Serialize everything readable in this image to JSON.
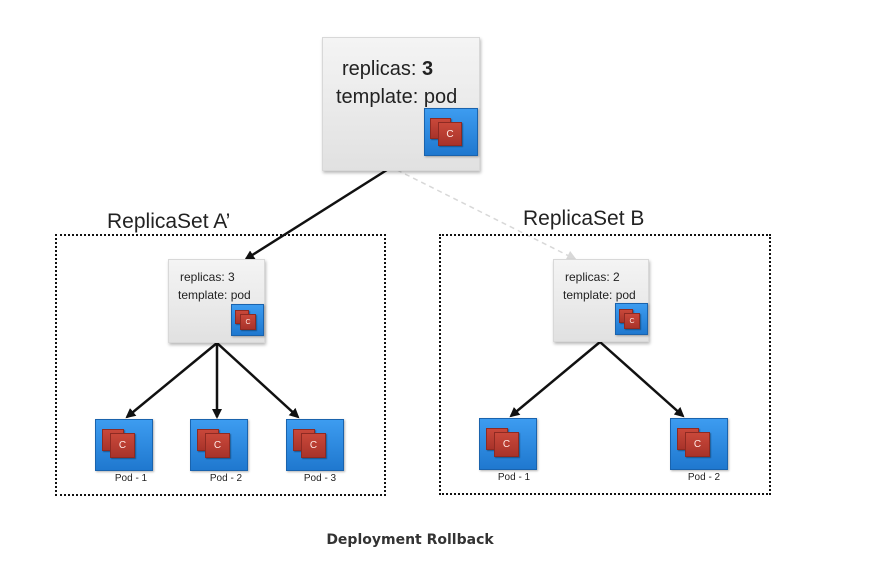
{
  "deployment": {
    "replicas_label": "replicas: ",
    "replicas_value": "3",
    "template_label": "template: pod",
    "container_glyph": "C"
  },
  "replicaset_a": {
    "title": "ReplicaSet A’",
    "replicas": "replicas: 3",
    "template": "template: pod",
    "container_glyph": "C",
    "pods": [
      {
        "label": "Pod - 1",
        "glyph": "C"
      },
      {
        "label": "Pod - 2",
        "glyph": "C"
      },
      {
        "label": "Pod - 3",
        "glyph": "C"
      }
    ]
  },
  "replicaset_b": {
    "title": "ReplicaSet B",
    "replicas": "replicas: 2",
    "template": "template: pod",
    "container_glyph": "C",
    "pods": [
      {
        "label": "Pod - 1",
        "glyph": "C"
      },
      {
        "label": "Pod - 2",
        "glyph": "C"
      }
    ]
  },
  "caption": "Deployment Rollback",
  "colors": {
    "pod_blue": "#2a86de",
    "container_red": "#b73d31",
    "card_gray": "#e6e6e6",
    "arrow": "#111111",
    "faded_arrow": "#d8d8d8"
  }
}
